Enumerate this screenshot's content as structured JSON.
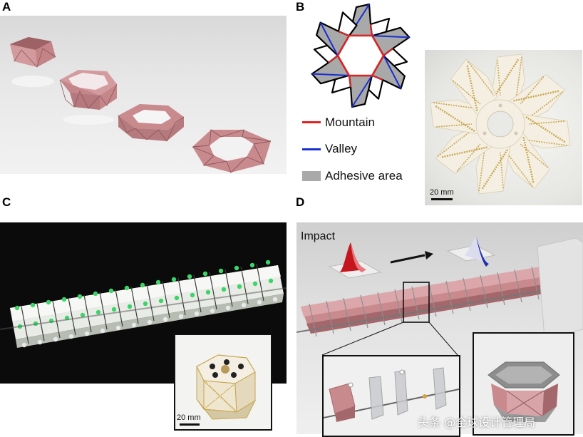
{
  "panels": {
    "a": {
      "letter": "A"
    },
    "b": {
      "letter": "B",
      "legend": [
        {
          "label": "Mountain",
          "color": "#e32222"
        },
        {
          "label": "Valley",
          "color": "#1a2fd0"
        },
        {
          "label": "Adhesive area",
          "color": "#a9a9a9"
        }
      ],
      "scale_label": "20 mm"
    },
    "c": {
      "letter": "C",
      "scale_label": "20 mm"
    },
    "d": {
      "letter": "D",
      "impact_label": "Impact"
    }
  },
  "watermark": "头条 @全球设计管理局",
  "colors": {
    "origami_pink": "#c98a8e",
    "origami_pink_dark": "#a4676b",
    "node_green": "#3fd46a",
    "paper_cream": "#f4efe2",
    "gold_line": "#c9a64f"
  }
}
